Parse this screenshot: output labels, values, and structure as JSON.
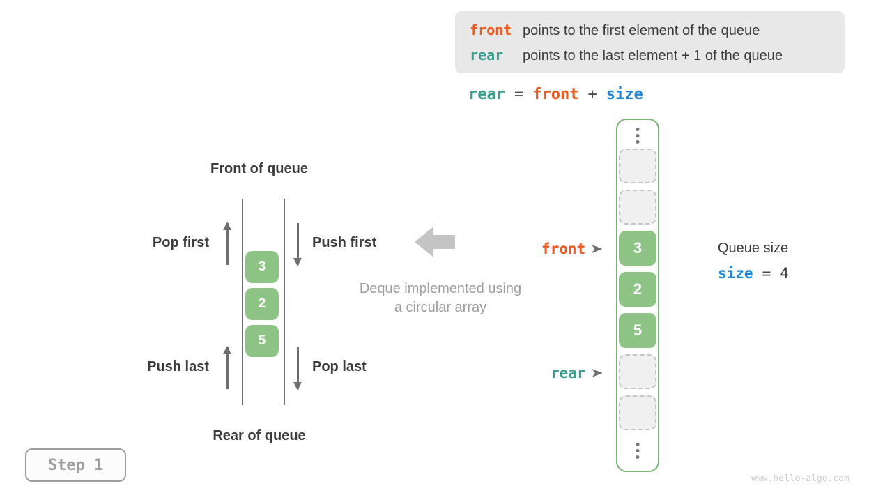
{
  "colors": {
    "orange": "#F0591F",
    "teal": "#359E8E",
    "blue": "#1E86D6",
    "green_fill": "#8DC385",
    "green_border": "#77B573",
    "dark_text": "#3B3B3B",
    "gray_caption": "#9E9E9E",
    "arrow_gray": "#6E6E6E",
    "block_arrow_gray": "#C4C4C4",
    "info_box_bg": "#E8E8E8",
    "empty_cell_bg": "#F0F0F0",
    "empty_cell_border": "#C4C4C4",
    "watermark_gray": "#CBCBCB"
  },
  "info_box": {
    "line1_code": "front",
    "line1_text": "points to the first element of the queue",
    "line2_code": "rear",
    "line2_text": "points to the last element + 1 of the queue"
  },
  "formula": {
    "lhs": "rear",
    "eq": "=",
    "term1": "front",
    "plus": "+",
    "term2": "size"
  },
  "left_diagram": {
    "front_label": "Front of queue",
    "rear_label": "Rear of queue",
    "pop_first_label": "Pop first",
    "push_first_label": "Push first",
    "push_last_label": "Push last",
    "pop_last_label": "Pop last",
    "values": [
      "3",
      "2",
      "5"
    ]
  },
  "center_caption": {
    "line1": "Deque implemented using",
    "line2": "a circular array"
  },
  "array": {
    "values": [
      "3",
      "2",
      "5"
    ],
    "front_pointer_label": "front",
    "rear_pointer_label": "rear"
  },
  "queue_size": {
    "title": "Queue size",
    "var": "size",
    "eq": "=",
    "value": "4"
  },
  "step_badge": {
    "label": "Step 1"
  },
  "watermark": "www.hello-algo.com",
  "icons": {
    "up-arrow-icon": "vertical line with triangle head (css)",
    "down-arrow-icon": "vertical line with triangle head (css)",
    "left-block-arrow-icon": "gray block arrow (svg polygon)",
    "pointer-arrowhead-icon": "small right arrowhead (css clip-path)",
    "vertical-ellipsis-icon": "three stacked gray dots (css)"
  }
}
